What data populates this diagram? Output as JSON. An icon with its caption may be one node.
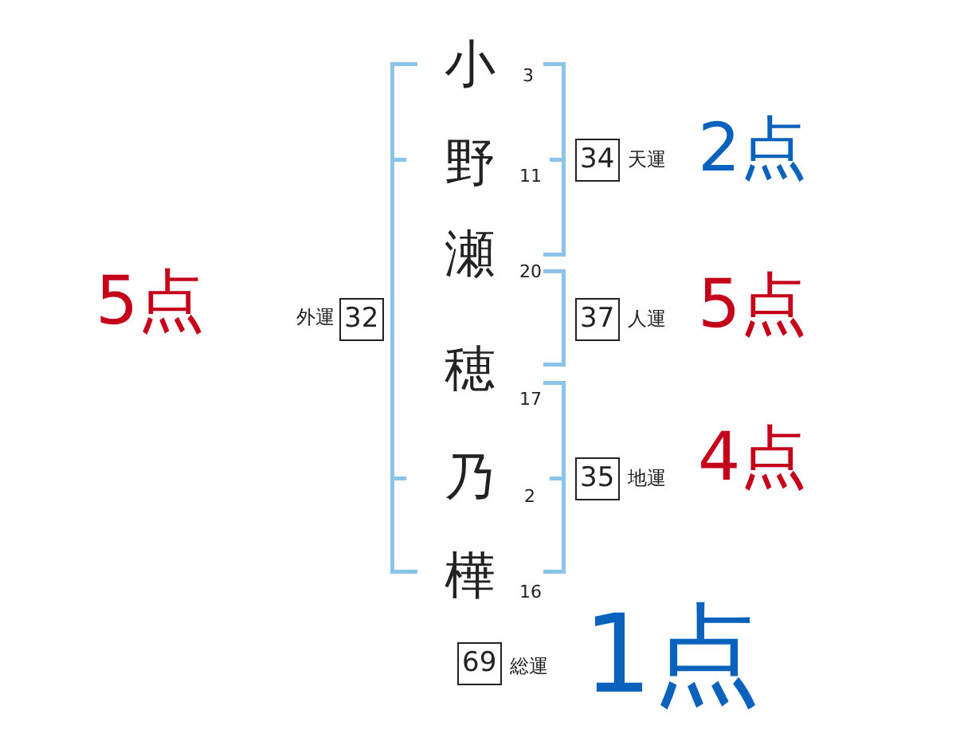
{
  "diagram": {
    "nodes": [
      {
        "text": [
          "32"
        ],
        "beside": [
          "外運",
          "5点"
        ]
      },
      {
        "text": [
          "34"
        ],
        "beside": [
          "天運",
          "2点"
        ]
      },
      {
        "text": [
          "37"
        ],
        "beside": [
          "人運",
          "5点"
        ]
      },
      {
        "text": [
          "35"
        ],
        "beside": [
          "地運",
          "4点"
        ]
      },
      {
        "text": [
          "69"
        ],
        "beside": [
          "総運",
          "1点"
        ]
      }
    ],
    "labels": [
      "小",
      "3",
      "野",
      "11",
      "瀬",
      "20",
      "穂",
      "17",
      "乃",
      "2",
      "樺",
      "16"
    ]
  }
}
